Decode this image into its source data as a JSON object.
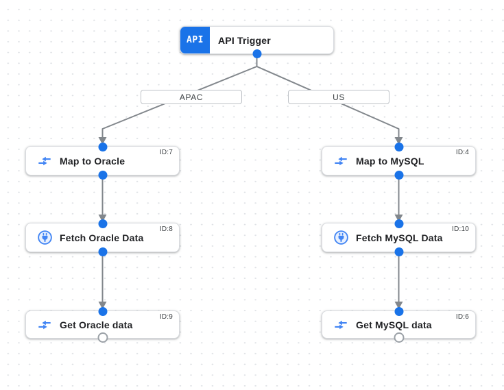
{
  "colors": {
    "accent_blue": "#1a73e8",
    "icon_blue": "#4285f4",
    "edge_gray": "#82878c",
    "node_border": "#dadce0",
    "label_text": "#202124",
    "id_text": "#3c4043"
  },
  "trigger": {
    "badge": "API",
    "label": "API Trigger",
    "icon": "api-icon"
  },
  "branches": [
    {
      "label": "APAC"
    },
    {
      "label": "US"
    }
  ],
  "nodes": [
    {
      "label": "Map to Oracle",
      "id": "ID:7",
      "icon": "data-mapping-icon"
    },
    {
      "label": "Fetch Oracle Data",
      "id": "ID:8",
      "icon": "connector-icon"
    },
    {
      "label": "Get Oracle data",
      "id": "ID:9",
      "icon": "data-mapping-icon"
    },
    {
      "label": "Map to MySQL",
      "id": "ID:4",
      "icon": "data-mapping-icon"
    },
    {
      "label": "Fetch MySQL Data",
      "id": "ID:10",
      "icon": "connector-icon"
    },
    {
      "label": "Get MySQL data",
      "id": "ID:6",
      "icon": "data-mapping-icon"
    }
  ]
}
